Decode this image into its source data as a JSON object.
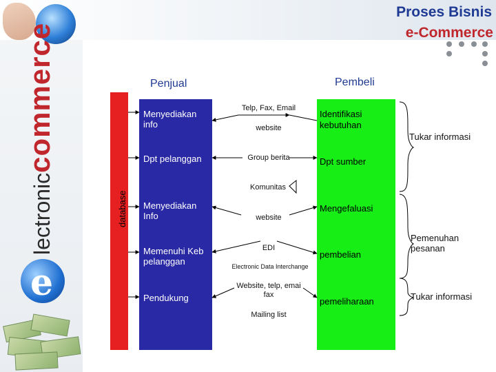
{
  "title": {
    "line1": "Proses Bisnis",
    "line2": "e-Commerce"
  },
  "brand": {
    "light": "lectronic",
    "bold": "commerce",
    "logo_letter": "e"
  },
  "headers": {
    "seller": "Penjual",
    "buyer": "Pembeli"
  },
  "database_label": "database",
  "seller_items": [
    "Menyediakan info",
    "Dpt pelanggan",
    "Menyediakan Info",
    "Memenuhi Keb pelanggan",
    "Pendukung"
  ],
  "buyer_items": [
    "Identifikasi kebutuhan",
    "Dpt sumber",
    "Mengefaluasi",
    "pembelian",
    "pemeliharaan"
  ],
  "channels": {
    "c1": "Telp, Fax, Email",
    "c2": "website",
    "c3": "Group berita",
    "c4": "Komunitas",
    "c5": "website",
    "c6": "EDI",
    "c7": "Electronic Data Interchange",
    "c8": "Website, telp, emai fax",
    "c9": "Mailing list"
  },
  "right_labels": [
    "Tukar informasi",
    "Pemenuhan pesanan",
    "Tukar informasi"
  ],
  "colors": {
    "red": "#e62020",
    "blue": "#2929a6",
    "green": "#16ee16",
    "title_blue": "#1f3a93",
    "title_red": "#c0272d"
  }
}
